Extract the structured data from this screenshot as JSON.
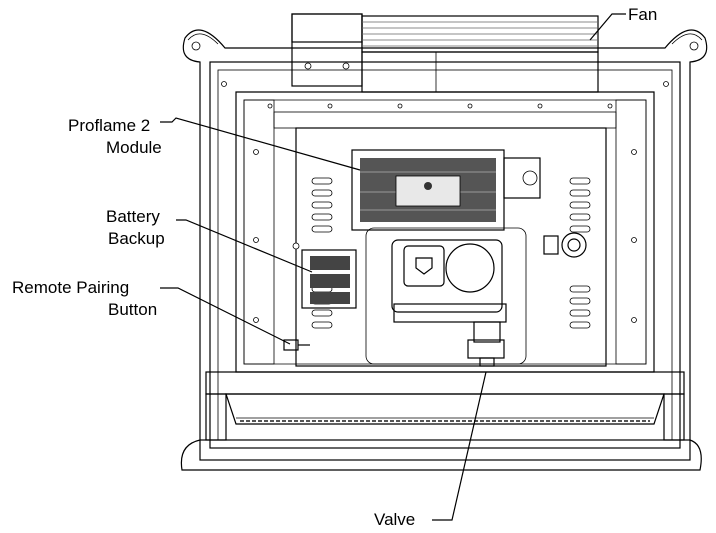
{
  "labels": {
    "fan": "Fan",
    "proflame_line1": "Proflame 2",
    "proflame_line2": "Module",
    "battery_line1": "Battery",
    "battery_line2": "Backup",
    "remote_line1": "Remote Pairing",
    "remote_line2": "Button",
    "valve": "Valve"
  }
}
